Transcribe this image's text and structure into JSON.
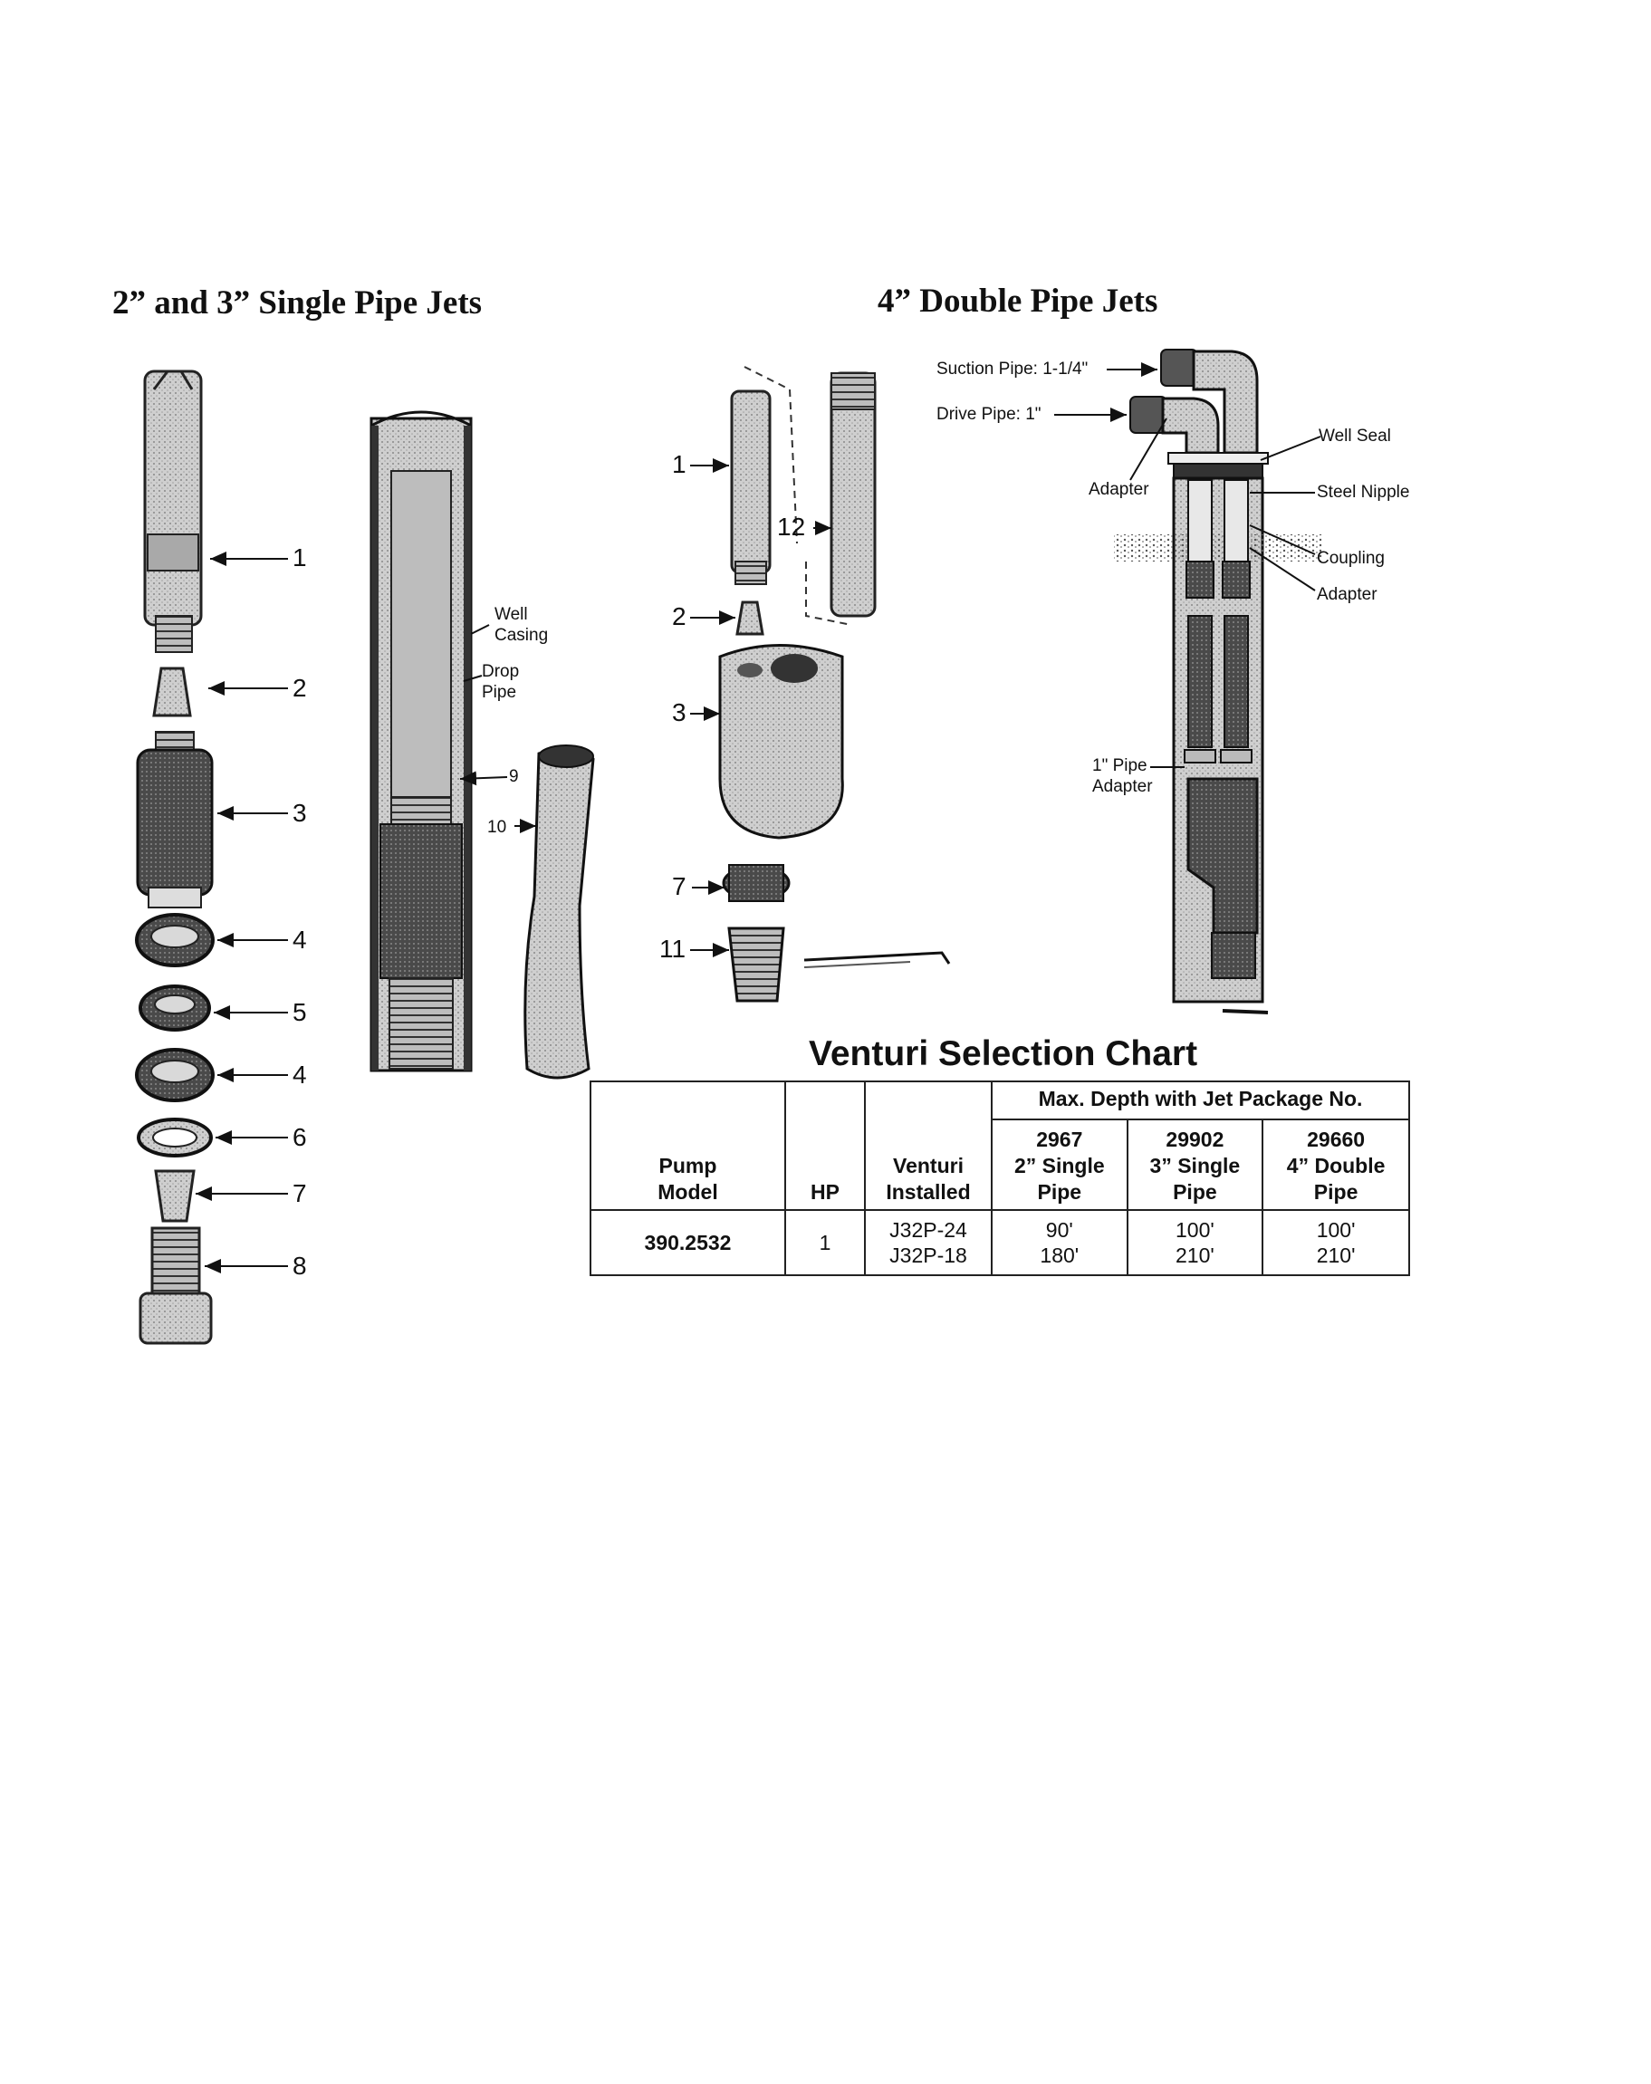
{
  "headings": {
    "single": "2” and 3” Single Pipe Jets",
    "double": "4” Double Pipe Jets"
  },
  "single_jet": {
    "callouts": [
      "1",
      "2",
      "3",
      "4",
      "5",
      "4",
      "6",
      "7",
      "8"
    ],
    "casing": {
      "well_casing": [
        "Well",
        "Casing"
      ],
      "drop_pipe": [
        "Drop",
        "Pipe"
      ],
      "part_9": "9",
      "part_10": "10"
    }
  },
  "double_jet": {
    "callouts": [
      "1",
      "12",
      "2",
      "3",
      "7",
      "11"
    ],
    "well": {
      "suction_pipe": "Suction Pipe: 1-1/4\"",
      "drive_pipe": "Drive Pipe: 1\"",
      "well_seal": "Well Seal",
      "adapter": "Adapter",
      "steel_nipple": "Steel Nipple",
      "coupling": "Coupling",
      "adapter_2": "Adapter",
      "pipe_adapter": [
        "1\" Pipe",
        "Adapter"
      ]
    }
  },
  "venturi_chart": {
    "title": "Venturi Selection Chart",
    "max_depth_header": "Max. Depth with Jet Package No.",
    "col_pump_model": [
      "Pump",
      "Model"
    ],
    "col_hp": "HP",
    "col_venturi": [
      "Venturi",
      "Installed"
    ],
    "packages": [
      {
        "number": "2967",
        "line1": "2” Single",
        "line2": "Pipe"
      },
      {
        "number": "29902",
        "line1": "3” Single",
        "line2": "Pipe"
      },
      {
        "number": "29660",
        "line1": "4” Double",
        "line2": "Pipe"
      }
    ],
    "row": {
      "model": "390.2532",
      "hp": "1",
      "venturi": [
        "J32P-24",
        "J32P-18"
      ],
      "depths": [
        [
          "90'",
          "180'"
        ],
        [
          "100'",
          "210'"
        ],
        [
          "100'",
          "210'"
        ]
      ]
    }
  }
}
